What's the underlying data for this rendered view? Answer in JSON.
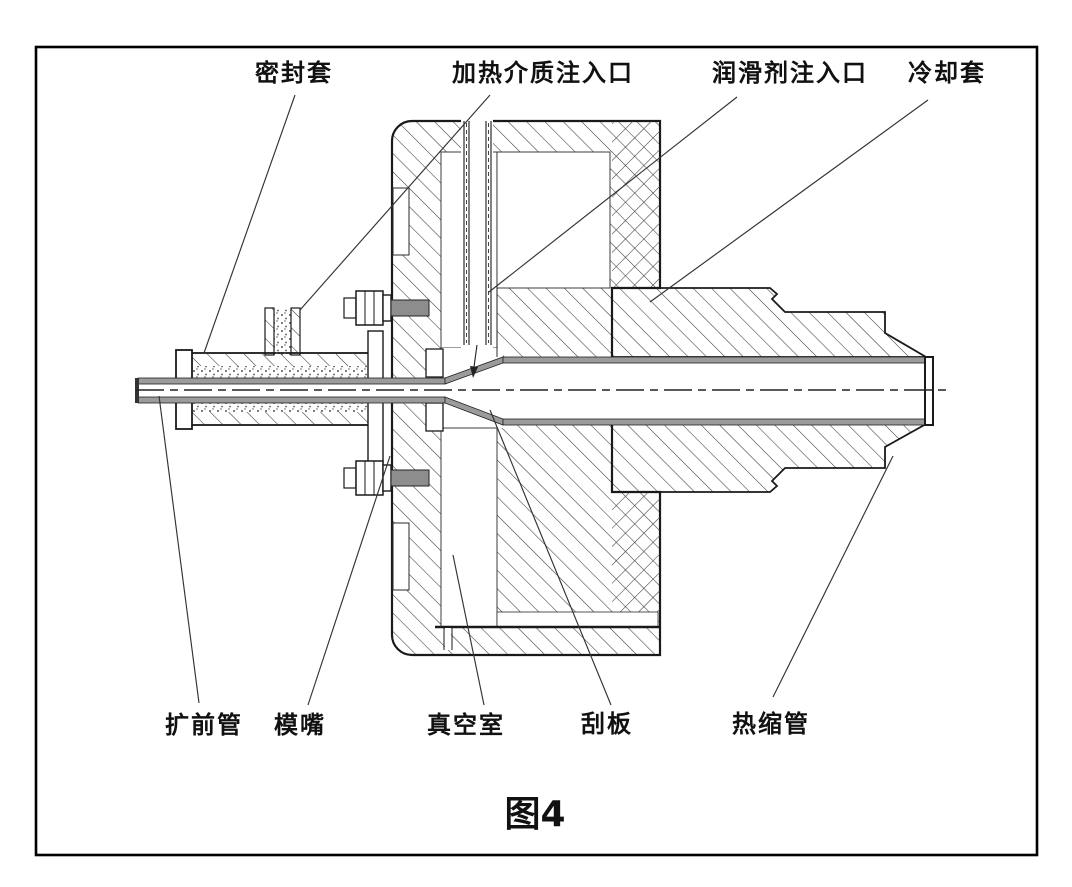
{
  "figure": {
    "caption": "图4",
    "labels": [
      {
        "id": "sealing-sleeve",
        "text": "密封套"
      },
      {
        "id": "heating-medium-inlet",
        "text": "加热介质注入口"
      },
      {
        "id": "lubricant-inlet",
        "text": "润滑剂注入口"
      },
      {
        "id": "cooling-sleeve",
        "text": "冷却套"
      },
      {
        "id": "pre-expansion-tube",
        "text": "扩前管"
      },
      {
        "id": "die-mouth",
        "text": "模嘴"
      },
      {
        "id": "vacuum-chamber",
        "text": "真空室"
      },
      {
        "id": "scraper",
        "text": "刮板"
      },
      {
        "id": "heat-shrink-tube",
        "text": "热缩管"
      }
    ],
    "colors": {
      "line": "#1a1a1a",
      "hatch": "#3a3a3a",
      "wall_gray": "#9b9b9b",
      "background": "#ffffff"
    }
  }
}
